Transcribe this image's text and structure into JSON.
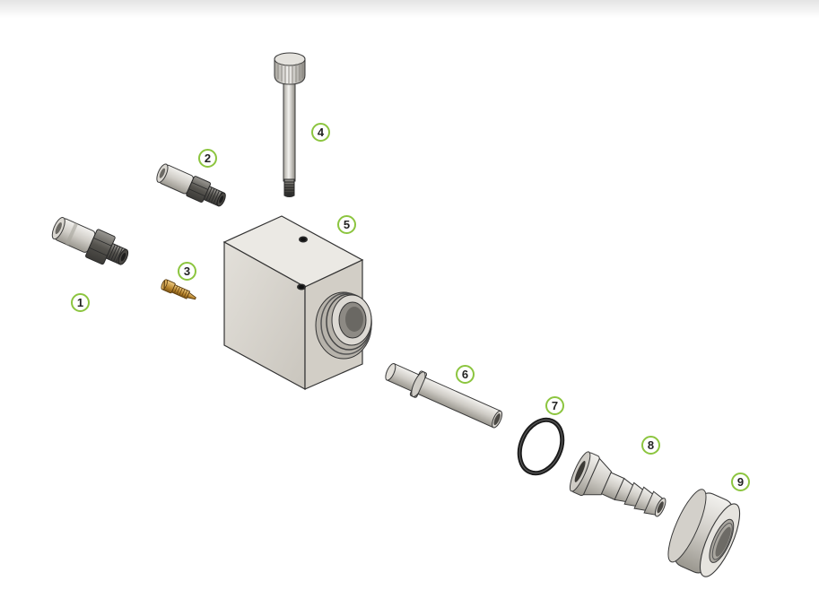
{
  "callouts": {
    "c1": "1",
    "c2": "2",
    "c3": "3",
    "c4": "4",
    "c5": "5",
    "c6": "6",
    "c7": "7",
    "c8": "8",
    "c9": "9"
  },
  "colors": {
    "callout_ring": "#8cc53f",
    "metal_light": "#dcd8d2",
    "metal_dark": "#6f6d68",
    "brass": "#c6923a",
    "block": "#d8d4cd"
  }
}
